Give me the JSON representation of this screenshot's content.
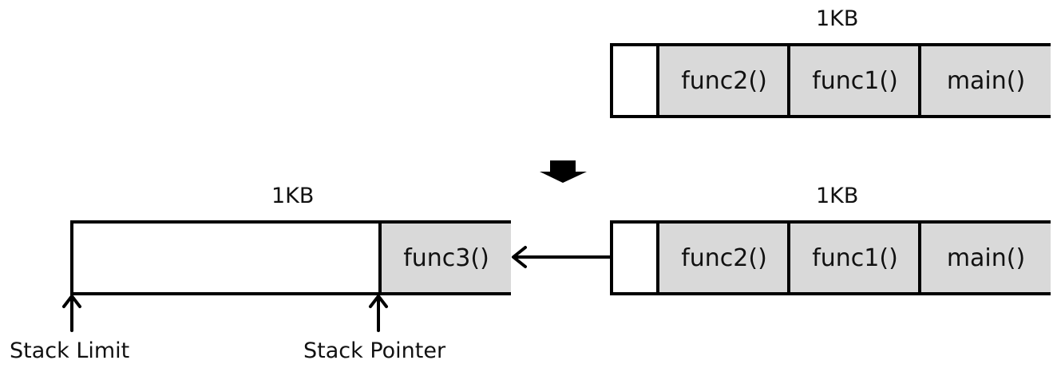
{
  "top_stack": {
    "size_label": "1KB",
    "frames": [
      "func2()",
      "func1()",
      "main()"
    ]
  },
  "old_stack": {
    "size_label": "1KB",
    "frames": [
      "func2()",
      "func1()",
      "main()"
    ]
  },
  "new_stack": {
    "size_label": "1KB",
    "frames": [
      "func3()"
    ]
  },
  "pointers": {
    "stack_limit": "Stack Limit",
    "stack_pointer": "Stack Pointer"
  },
  "colors": {
    "frame_fill": "#d9d9d9",
    "outline": "#000000"
  }
}
